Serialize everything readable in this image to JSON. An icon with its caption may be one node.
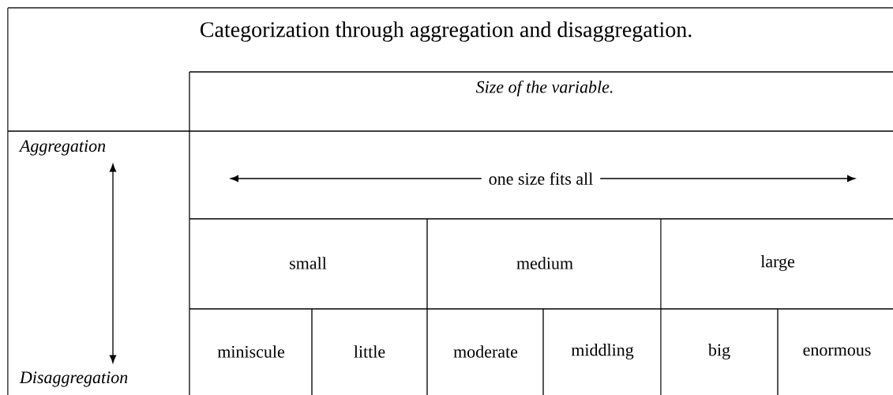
{
  "diagram": {
    "title": "Categorization through aggregation and disaggregation.",
    "nodes": [
      {
        "text": [
          "Aggregation"
        ]
      },
      {
        "text": [
          "Disaggregation"
        ]
      },
      {
        "text": [
          "one size fits all"
        ]
      }
    ],
    "edges": [
      {
        "from": 0,
        "to": 1,
        "arrow": "both"
      },
      {
        "from": 2,
        "to": null,
        "arrow": "to"
      },
      {
        "from": 2,
        "to": null,
        "arrow": "to"
      }
    ],
    "labels": [
      "Size of the variable.",
      "small",
      "medium",
      "large",
      "miniscule",
      "little",
      "moderate",
      "middling",
      "big",
      "enormous"
    ]
  }
}
